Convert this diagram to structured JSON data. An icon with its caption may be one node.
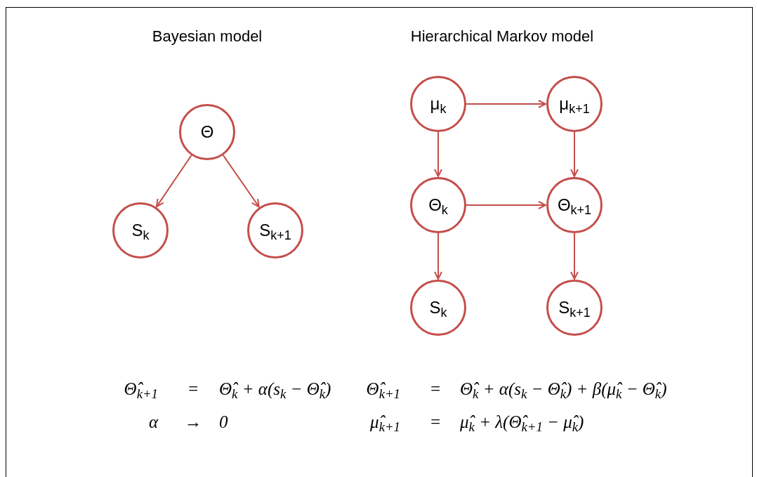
{
  "diagram": {
    "nodes": [
      {
        "text": [
          "Θ"
        ]
      },
      {
        "text": [
          "S$_{k}$"
        ]
      },
      {
        "text": [
          "S$_{k+1}$"
        ]
      },
      {
        "text": [
          "μ$_{k}$"
        ]
      },
      {
        "text": [
          "μ$_{k+1}$"
        ]
      },
      {
        "text": [
          "Θ$_{k}$"
        ]
      },
      {
        "text": [
          "Θ$_{k+1}$"
        ]
      },
      {
        "text": [
          "S$_{k}$"
        ]
      },
      {
        "text": [
          "S$_{k+1}$"
        ]
      }
    ],
    "edges": [
      {
        "from": 0,
        "to": 1,
        "arrow": "to"
      },
      {
        "from": 0,
        "to": 2,
        "arrow": "to"
      },
      {
        "from": 3,
        "to": 4,
        "arrow": "to"
      },
      {
        "from": 3,
        "to": 5,
        "arrow": "to"
      },
      {
        "from": 4,
        "to": 6,
        "arrow": "to"
      },
      {
        "from": 5,
        "to": 6,
        "arrow": "to"
      },
      {
        "from": 5,
        "to": 7,
        "arrow": "to"
      },
      {
        "from": 6,
        "to": 8,
        "arrow": "to"
      }
    ],
    "labels": [
      "Bayesian model",
      "Hierarchical Markov model",
      "Θ̂$_{k+1}$",
      "=",
      "Θ̂$_{k}$ + α(s$_{k}$ − Θ̂$_{k}$)",
      "Θ̂$_{k+1}$",
      "=",
      "Θ̂$_{k}$ + α(s$_{k}$ − Θ̂$_{k}$) + β(μ̂$_{k}$ − Θ̂$_{k}$)",
      "α",
      "→",
      "0",
      "μ̂$_{k+1}$",
      "=",
      "μ̂$_{k}$ + λ(Θ̂$_{k+1}$ − μ̂$_{k}$)"
    ]
  }
}
